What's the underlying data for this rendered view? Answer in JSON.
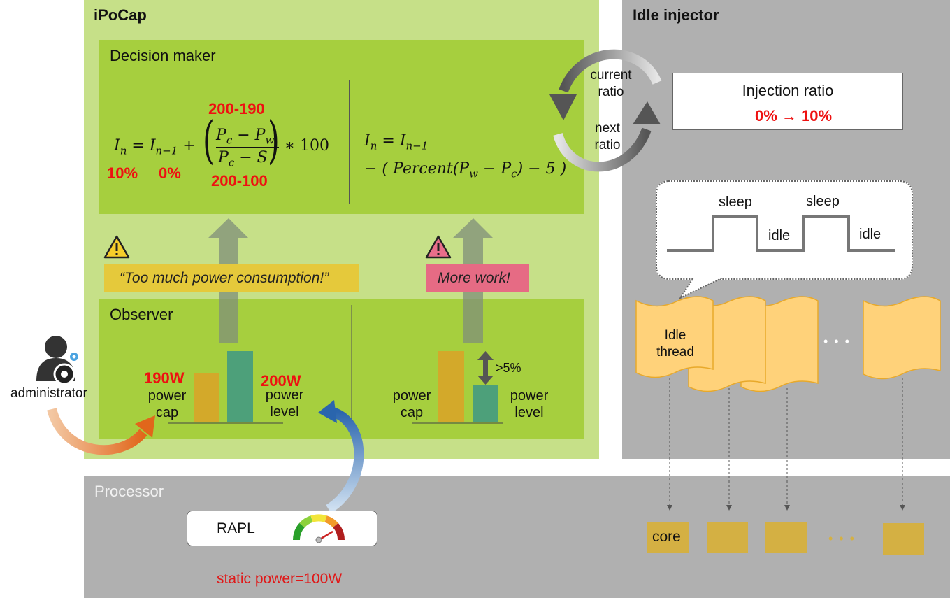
{
  "ipocap": {
    "title": "iPoCap",
    "decision_maker": {
      "title": "Decision maker",
      "eq1_lhs": "I",
      "eq1_lhs_sub": "n",
      "eq1_rhs1": "I",
      "eq1_rhs1_sub": "n−1",
      "eq1_num": "P",
      "eq1_num_sub1": "c",
      "eq1_num_mid": " − P",
      "eq1_num_sub2": "w",
      "eq1_den": "P",
      "eq1_den_sub": "c",
      "eq1_den_mid": " − S",
      "eq1_tail": "∗ 100",
      "ann_top": "200-190",
      "ann_bottom": "200-100",
      "ann_left1": "10%",
      "ann_left2": "0%",
      "eq2_line1_lhs": "I",
      "eq2_line1_lhs_sub": "n",
      "eq2_line1_rhs": "I",
      "eq2_line1_rhs_sub": "n−1",
      "eq2_line2": "− ( Percent(P",
      "eq2_line2_sub1": "w",
      "eq2_line2_mid": " − P",
      "eq2_line2_sub2": "c",
      "eq2_line2_tail": ") − 5 )"
    },
    "warning_left": "“Too much power consumption!”",
    "warning_right": "More work!",
    "observer": {
      "title": "Observer",
      "left_cap_value": "190W",
      "left_cap_label": "power cap",
      "left_level_value": "200W",
      "left_level_label": "power level",
      "right_cap_label": "power cap",
      "right_level_label": "power level",
      "right_diff": ">5%"
    }
  },
  "administrator": {
    "label": "administrator"
  },
  "idle_injector": {
    "title": "Idle injector",
    "injection_title": "Injection ratio",
    "injection_value": "0% → 10%",
    "current_ratio": "current ratio",
    "next_ratio": "next ratio",
    "wave_labels": [
      "sleep",
      "idle",
      "sleep",
      "idle"
    ],
    "thread_label": "Idle thread",
    "ellipsis": "• • •"
  },
  "processor": {
    "title": "Processor",
    "rapl": "RAPL",
    "static_power": "static power=100W",
    "core_label": "core",
    "ellipsis": "• • •"
  },
  "colors": {
    "ipocap_bg": "#c6e088",
    "module_bg": "#a6cf3e",
    "gray_bg": "#b0b0b0",
    "cap_bar": "#d3a92a",
    "level_bar": "#4da07a",
    "highlight_red": "#ee1111",
    "admin_arrow": "#e87722",
    "rapl_arrow": "#2e6fb5"
  }
}
